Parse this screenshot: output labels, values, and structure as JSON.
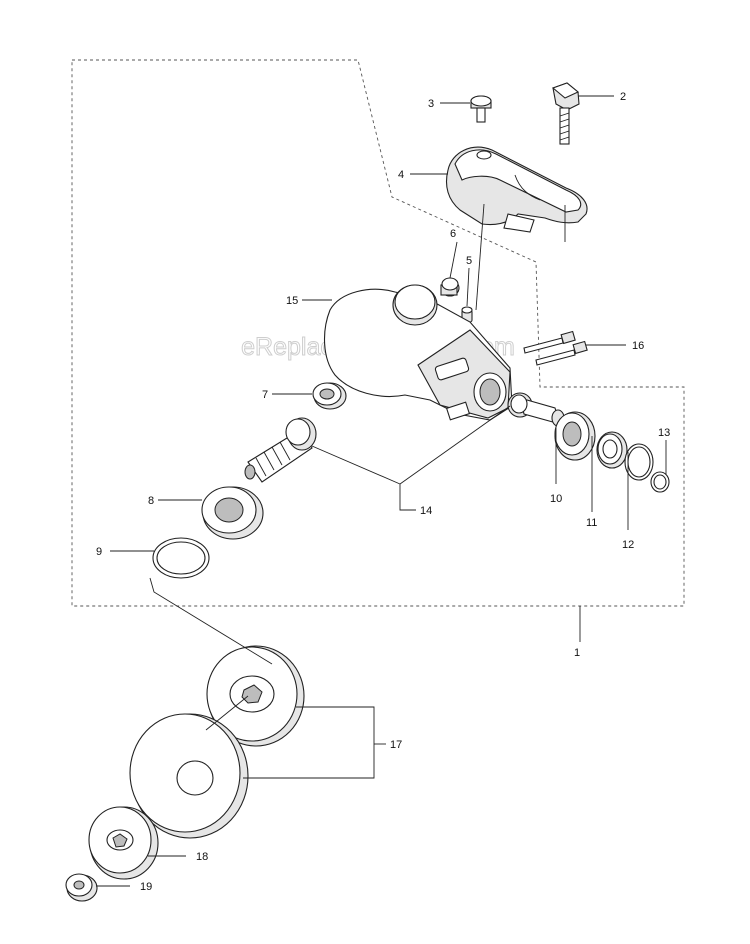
{
  "watermark": "eReplacementParts.com",
  "callouts": {
    "p1": "1",
    "p2": "2",
    "p3": "3",
    "p4": "4",
    "p5": "5",
    "p6": "6",
    "p7": "7",
    "p8": "8",
    "p9": "9",
    "p10": "10",
    "p11": "11",
    "p12": "12",
    "p13": "13",
    "p14": "14",
    "p15": "15",
    "p16": "16",
    "p17": "17",
    "p18": "18",
    "p19": "19"
  },
  "icons": {
    "screw": "screw-icon",
    "clamp": "clamp-icon",
    "bearing": "bearing-icon",
    "gear": "bevel-gear-icon",
    "circlip": "circlip-icon",
    "washer": "washer-icon",
    "nut": "nut-icon"
  }
}
